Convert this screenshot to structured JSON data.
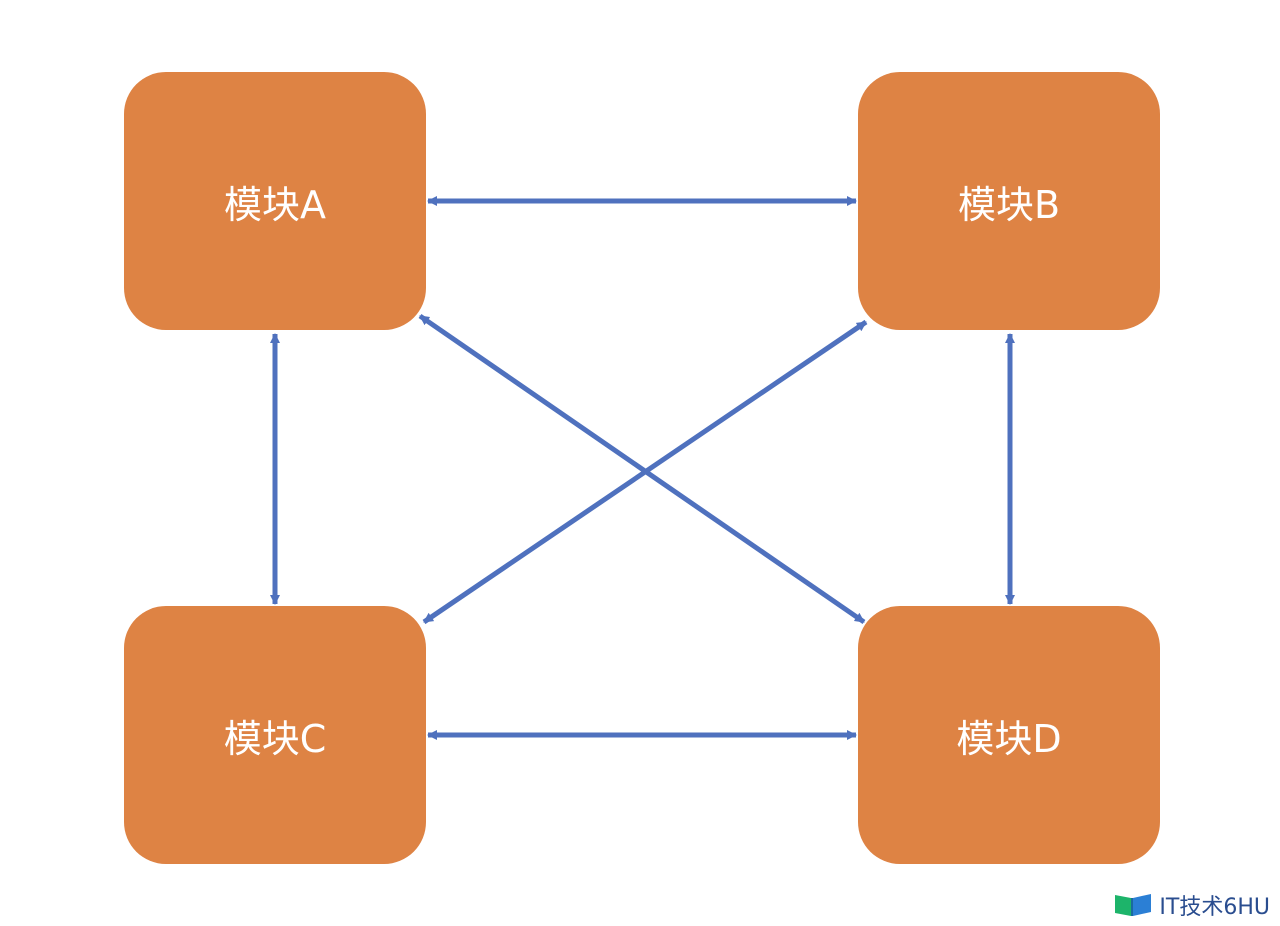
{
  "colors": {
    "module_fill": "#DE8344",
    "arrow": "#4F71BE",
    "text": "#FFFFFF",
    "watermark_text": "#2A4D8F"
  },
  "modules": {
    "a": {
      "label": "模块A"
    },
    "b": {
      "label": "模块B"
    },
    "c": {
      "label": "模块C"
    },
    "d": {
      "label": "模块D"
    }
  },
  "connections": [
    {
      "from": "a",
      "to": "b",
      "type": "bidirectional"
    },
    {
      "from": "a",
      "to": "c",
      "type": "bidirectional"
    },
    {
      "from": "b",
      "to": "d",
      "type": "bidirectional"
    },
    {
      "from": "c",
      "to": "d",
      "type": "bidirectional"
    },
    {
      "from": "a",
      "to": "d",
      "type": "bidirectional"
    },
    {
      "from": "b",
      "to": "c",
      "type": "bidirectional"
    }
  ],
  "watermark": {
    "text": "IT技术6HU",
    "icon": "book-logo-icon"
  }
}
